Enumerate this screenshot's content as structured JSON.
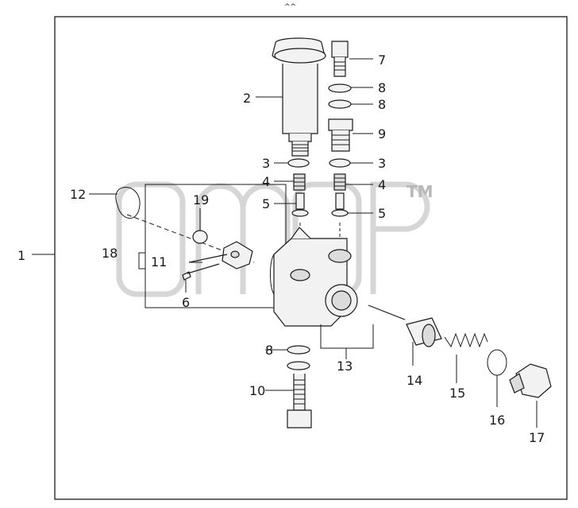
{
  "header": {
    "top_mark": "^^"
  },
  "watermark": {
    "tm": "TM"
  },
  "callouts": {
    "c1": "1",
    "c2": "2",
    "c3a": "3",
    "c3b": "3",
    "c4a": "4",
    "c4b": "4",
    "c5a": "5",
    "c5b": "5",
    "c6": "6",
    "c7": "7",
    "c8a": "8",
    "c8b": "8",
    "c8c": "8",
    "c9": "9",
    "c10": "10",
    "c11": "11",
    "c12": "12",
    "c13": "13",
    "c14": "14",
    "c15": "15",
    "c16": "16",
    "c17": "17",
    "c18": "18",
    "c19": "19"
  },
  "colors": {
    "line": "#1a1a1a",
    "fill": "#f2f2f2",
    "watermark": "#c8c8c8"
  }
}
